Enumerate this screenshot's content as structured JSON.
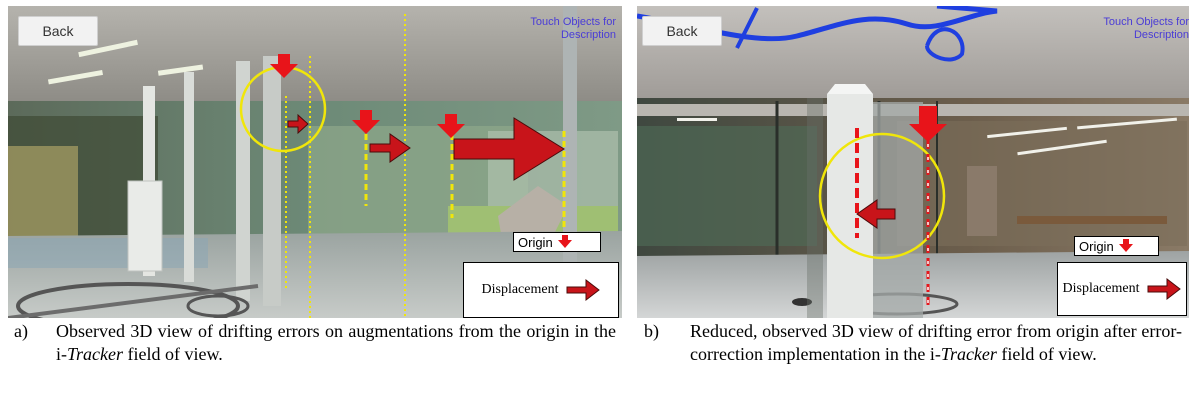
{
  "panel_a": {
    "back_label": "Back",
    "touch_hint": "Touch Objects for Description",
    "origin_label": "Origin",
    "displacement_label": "Displacement"
  },
  "panel_b": {
    "back_label": "Back",
    "touch_hint": "Touch Objects for Description",
    "origin_label": "Origin",
    "displacement_label": "Displacement"
  },
  "captions": {
    "a_letter": "a)",
    "a_pre": "Observed 3D view of drifting errors on augmentations from the origin in the i-",
    "a_italic": "Tracker",
    "a_post": " field of view.",
    "b_letter": "b)",
    "b_pre": "Reduced, observed 3D view of drifting error from origin after error-correction implementation in the i-",
    "b_italic": "Tracker",
    "b_post": " field of view."
  },
  "colors": {
    "origin_marker": "#e8141a",
    "displacement_arrow": "#c8141a",
    "error_circle": "#f0e60a",
    "hint_text": "#4a3cd6",
    "drawn_path": "#1f3fe0"
  }
}
